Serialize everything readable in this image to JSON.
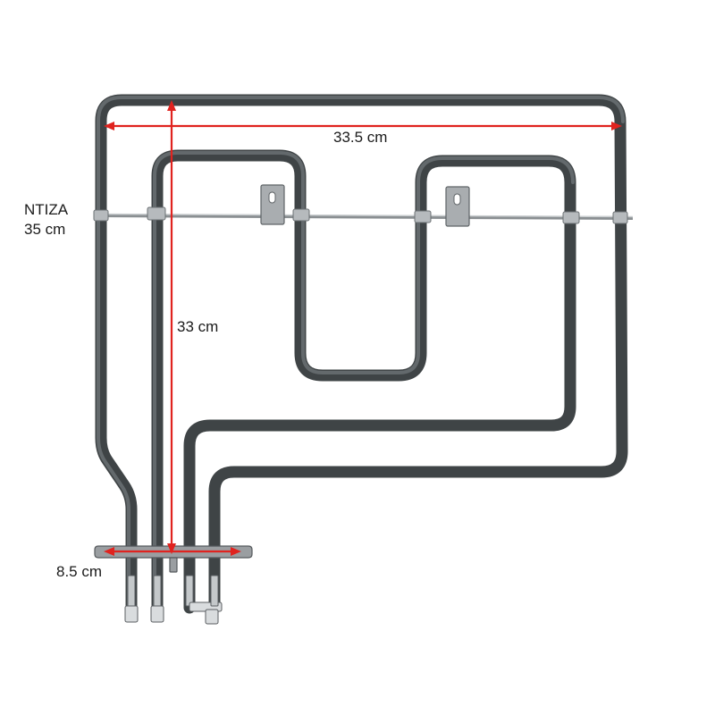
{
  "photo": {
    "subject": "oven-grill-heating-element",
    "colors": {
      "tube": "#3f4446",
      "tube_highlight": "#6d7376",
      "metal": "#a9adb0",
      "dimension_line": "#e0231f",
      "background": "#ffffff"
    }
  },
  "annotations": {
    "width": "33.5 cm",
    "height": "33 cm",
    "cord_line1": "NTIZA",
    "cord_line2": "35 cm",
    "bracket_width": "8.5 cm"
  }
}
